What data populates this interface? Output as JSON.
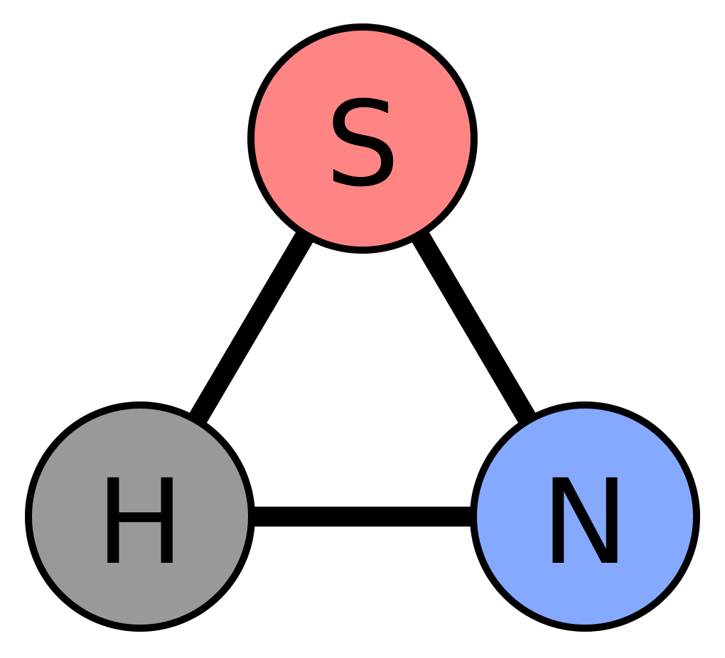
{
  "atoms": [
    {
      "id": "S",
      "label": "S",
      "color": "#ff8585"
    },
    {
      "id": "H",
      "label": "H",
      "color": "#999999"
    },
    {
      "id": "N",
      "label": "N",
      "color": "#85a9ff"
    }
  ],
  "bonds": [
    {
      "from": "S",
      "to": "H"
    },
    {
      "from": "S",
      "to": "N"
    },
    {
      "from": "H",
      "to": "N"
    }
  ],
  "colors": {
    "outline": "#000000",
    "bond": "#000000",
    "background": "#ffffff"
  }
}
